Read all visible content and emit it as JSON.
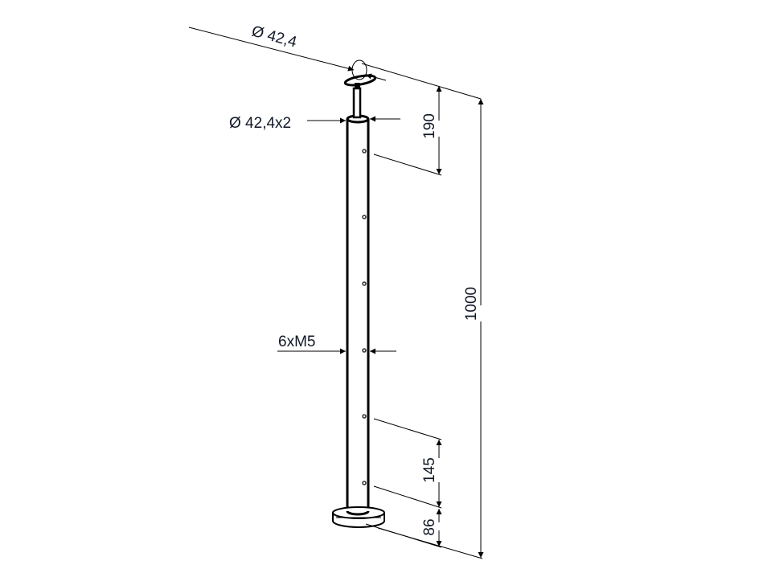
{
  "drawing": {
    "dimensions": {
      "handrail_diameter": "Ø 42,4",
      "post_tube": "Ø 42,4x2",
      "holes": "6xM5",
      "top_to_first_hole": "190",
      "total_height": "1000",
      "hole_to_hole": "145",
      "base_to_first_hole": "86"
    },
    "line_color": "#000000",
    "text_color": "#111827"
  }
}
